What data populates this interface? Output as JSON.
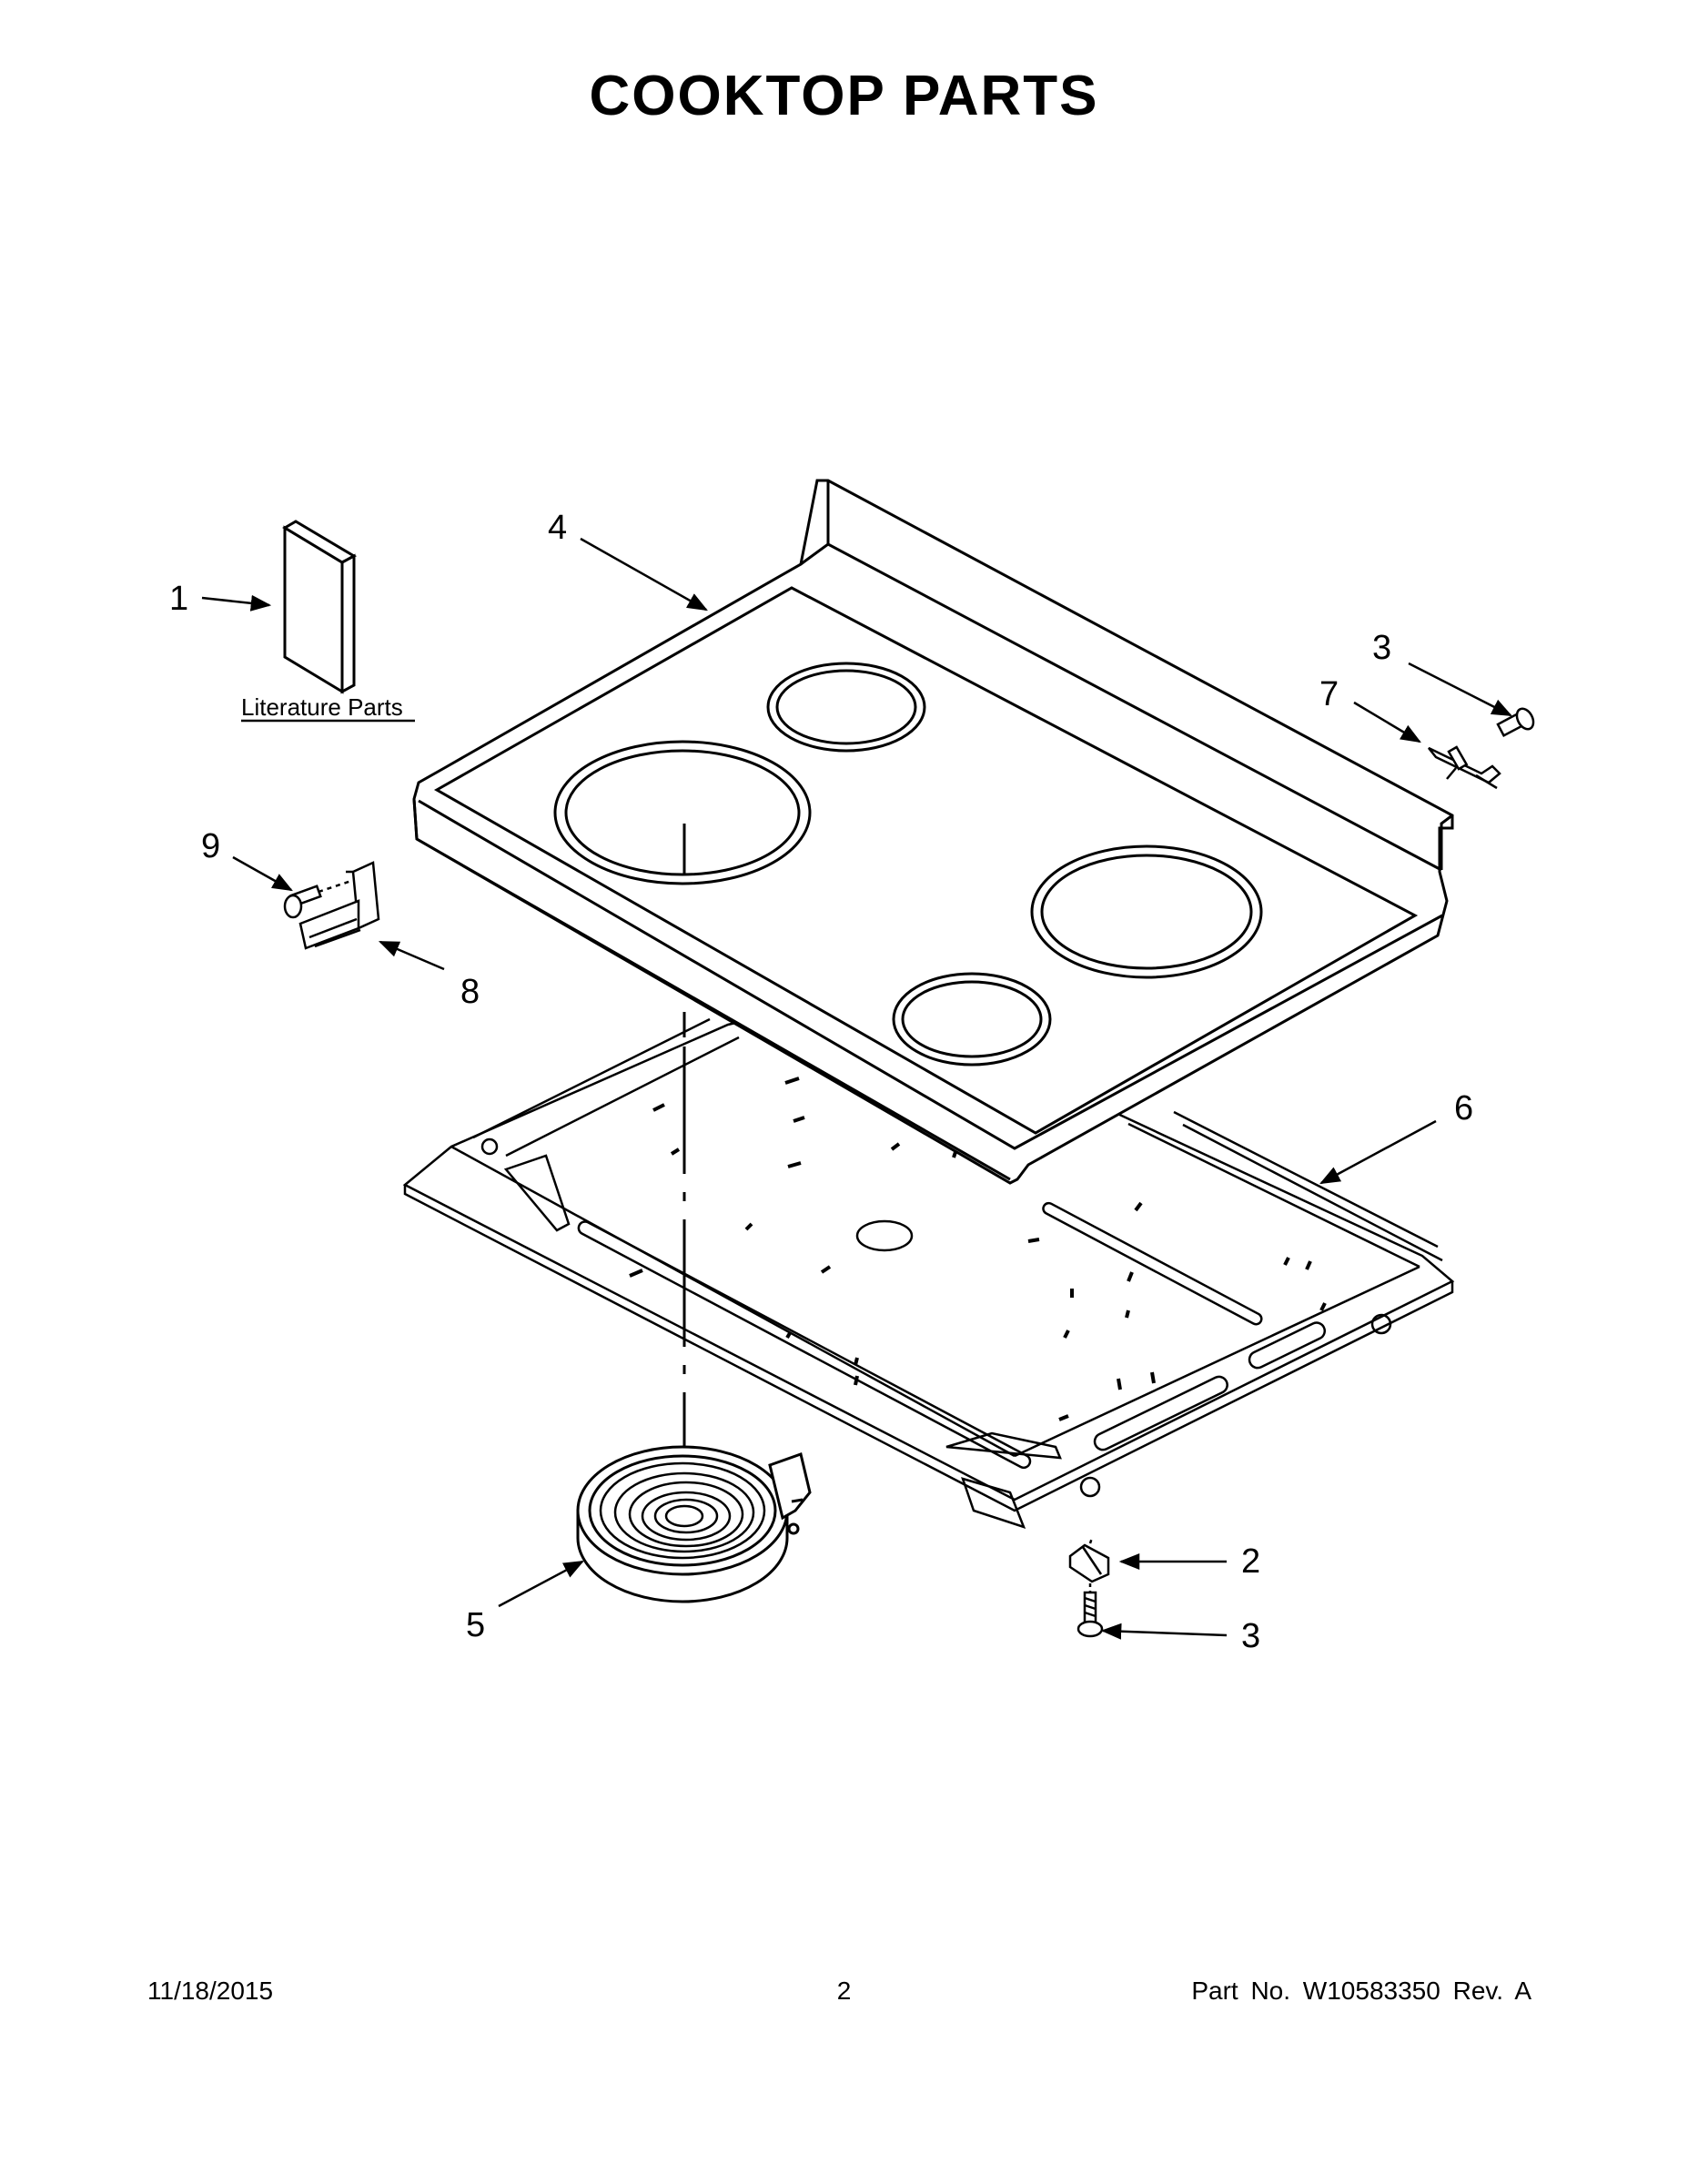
{
  "title": "COOKTOP PARTS",
  "literature_label": "Literature Parts",
  "callouts": {
    "c1": "1",
    "c2": "2",
    "c3_top": "3",
    "c3_bottom": "3",
    "c4": "4",
    "c5": "5",
    "c6": "6",
    "c7": "7",
    "c8": "8",
    "c9": "9"
  },
  "footer": {
    "date": "11/18/2015",
    "page": "2",
    "part": "Part No.  W10583350  Rev.  A"
  }
}
